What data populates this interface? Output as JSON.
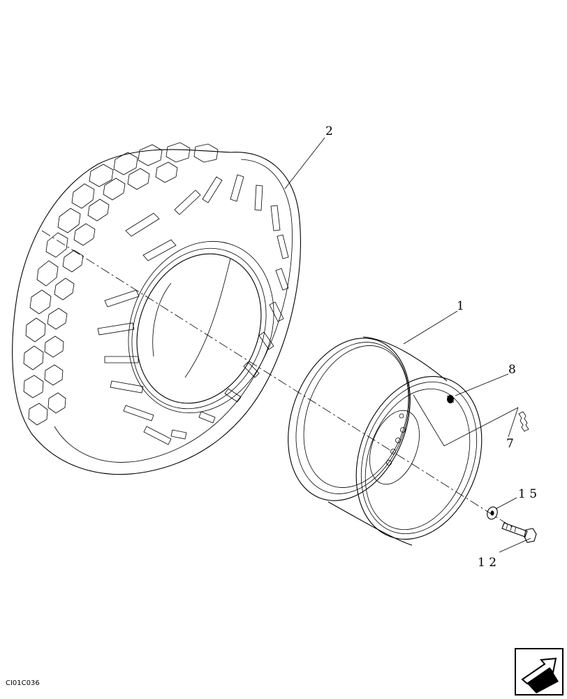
{
  "callouts": {
    "tire": "2",
    "rim": "1",
    "valve": "8",
    "valve_cap": "7",
    "washer": "1 5",
    "bolt": "1 2"
  },
  "drawing_code": "CI01C036",
  "nav_icon": "next-page-arrow-icon"
}
